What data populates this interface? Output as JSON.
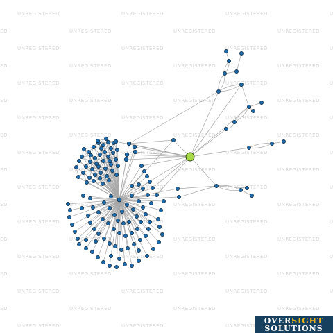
{
  "watermark": {
    "text": "UNREGISTERED"
  },
  "logo": {
    "word1": "OVER",
    "word2": "SIGHT",
    "word3": "SOLUTIONS"
  },
  "colors": {
    "node": "#1e6aa8",
    "hub": "#a8d84a",
    "edge": "#a8a8a8"
  }
}
